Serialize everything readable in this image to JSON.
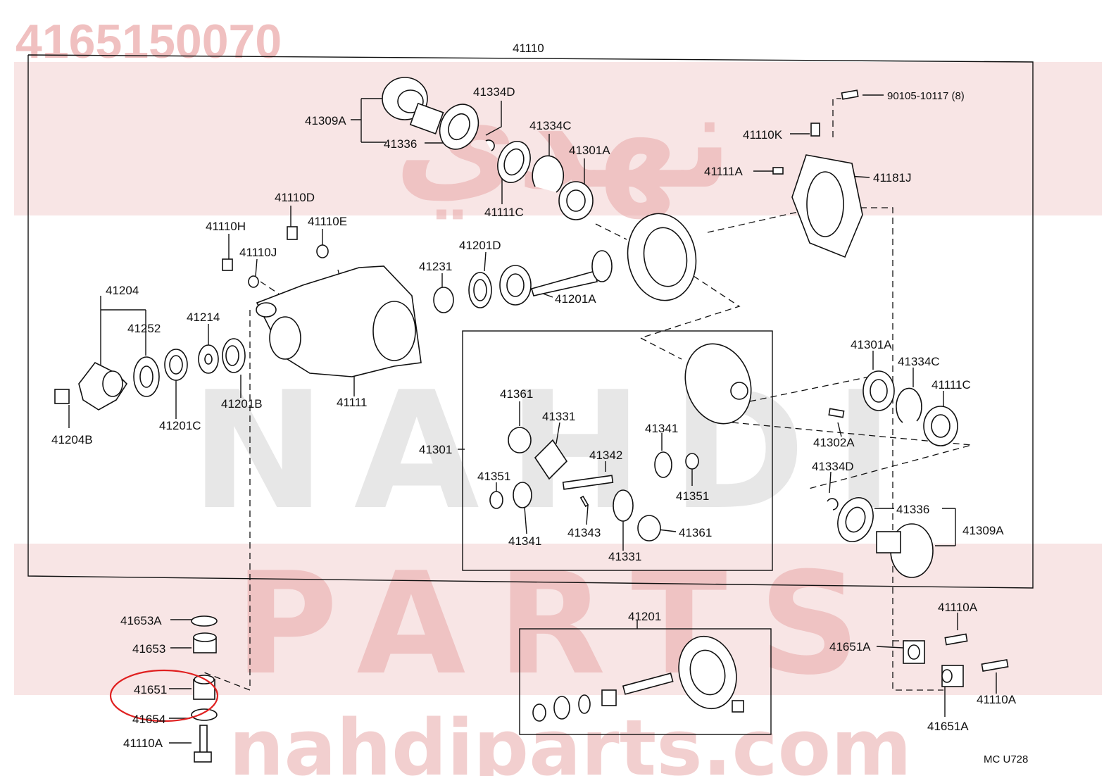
{
  "part_number": "4165150070",
  "watermark": {
    "arabic": "نهدي",
    "brand_line1": "NAHDI",
    "brand_line2": "PARTS",
    "site": "nahdiparts.com",
    "brand_color": "#e07a7a"
  },
  "diagram_code": "MC  U728",
  "highlight": {
    "part": "41651",
    "color": "#e02020",
    "shape": "ellipse"
  },
  "callouts": {
    "c41110": "41110",
    "c41309A_top": "41309A",
    "c41336_top": "41336",
    "c41334D_top": "41334D",
    "c41334C_top": "41334C",
    "c41301A_top": "41301A",
    "c41111C_top": "41111C",
    "c90105": "90105-10117 (8)",
    "c41110K": "41110K",
    "c41111A": "41111A",
    "c41181J": "41181J",
    "c41110D": "41110D",
    "c41110H": "41110H",
    "c41110E": "41110E",
    "c41110J": "41110J",
    "c41201D": "41201D",
    "c41231": "41231",
    "c41201A": "41201A",
    "c41204": "41204",
    "c41252": "41252",
    "c41214": "41214",
    "c41201C": "41201C",
    "c41201B": "41201B",
    "c41204B": "41204B",
    "c41111": "41111",
    "c41361_a": "41361",
    "c41331_a": "41331",
    "c41301": "41301",
    "c41342": "41342",
    "c41341_a": "41341",
    "c41351_a": "41351",
    "c41351_b": "41351",
    "c41341_b": "41341",
    "c41343": "41343",
    "c41361_b": "41361",
    "c41331_b": "41331",
    "c41301A_right": "41301A",
    "c41334C_right": "41334C",
    "c41111C_right": "41111C",
    "c41302A": "41302A",
    "c41334D_right": "41334D",
    "c41336_right": "41336",
    "c41309A_right": "41309A",
    "c41653A": "41653A",
    "c41653": "41653",
    "c41651": "41651",
    "c41654": "41654",
    "c41110A_left": "41110A",
    "c41201": "41201",
    "c41110A_r1": "41110A",
    "c41651A_r1": "41651A",
    "c41651A_r2": "41651A",
    "c41110A_r2": "41110A"
  }
}
